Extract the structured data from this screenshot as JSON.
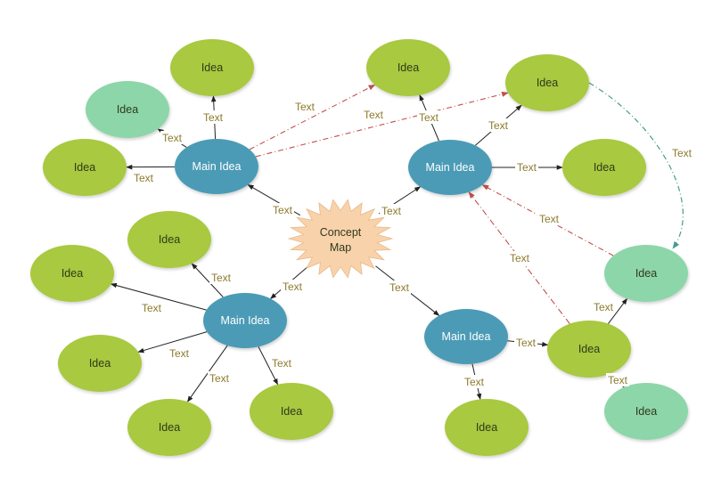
{
  "colors": {
    "idea": "#a8c940",
    "idea_alt": "#8dd6a9",
    "main": "#4b9bb6",
    "center": "#f8d2ab",
    "line": "#222222",
    "dashed_red": "#c0504d",
    "dashdot_teal": "#4a9b8e",
    "label": "#8c7a2c"
  },
  "center": {
    "id": "c",
    "label_line1": "Concept",
    "label_line2": "Map"
  },
  "main_ideas": [
    {
      "id": "m1",
      "label": "Main Idea"
    },
    {
      "id": "m2",
      "label": "Main Idea"
    },
    {
      "id": "m3",
      "label": "Main Idea"
    },
    {
      "id": "m4",
      "label": "Main Idea"
    }
  ],
  "ideas": [
    {
      "id": "i1",
      "label": "Idea",
      "variant": "idea"
    },
    {
      "id": "i2",
      "label": "Idea",
      "variant": "idea_alt"
    },
    {
      "id": "i3",
      "label": "Idea",
      "variant": "idea"
    },
    {
      "id": "i4",
      "label": "Idea",
      "variant": "idea"
    },
    {
      "id": "i5",
      "label": "Idea",
      "variant": "idea"
    },
    {
      "id": "i6",
      "label": "Idea",
      "variant": "idea"
    },
    {
      "id": "i7",
      "label": "Idea",
      "variant": "idea_alt"
    },
    {
      "id": "i8",
      "label": "Idea",
      "variant": "idea"
    },
    {
      "id": "i9",
      "label": "Idea",
      "variant": "idea"
    },
    {
      "id": "i10",
      "label": "Idea",
      "variant": "idea"
    },
    {
      "id": "i11",
      "label": "Idea",
      "variant": "idea"
    },
    {
      "id": "i12",
      "label": "Idea",
      "variant": "idea"
    },
    {
      "id": "i13",
      "label": "Idea",
      "variant": "idea"
    },
    {
      "id": "i14",
      "label": "Idea",
      "variant": "idea"
    },
    {
      "id": "i15",
      "label": "Idea",
      "variant": "idea_alt"
    }
  ],
  "edges": [
    {
      "from": "c",
      "to": "m1",
      "label": "Text",
      "style": "solid"
    },
    {
      "from": "c",
      "to": "m2",
      "label": "Text",
      "style": "solid"
    },
    {
      "from": "c",
      "to": "m3",
      "label": "Text",
      "style": "solid"
    },
    {
      "from": "c",
      "to": "m4",
      "label": "Text",
      "style": "solid"
    },
    {
      "from": "m1",
      "to": "i1",
      "label": "Text",
      "style": "solid"
    },
    {
      "from": "m1",
      "to": "i2",
      "label": "Text",
      "style": "solid"
    },
    {
      "from": "m1",
      "to": "i3",
      "label": "Text",
      "style": "solid"
    },
    {
      "from": "m1",
      "to": "i4",
      "label": "Text",
      "style": "dashed"
    },
    {
      "from": "m1",
      "to": "i5",
      "label": "Text",
      "style": "dashed"
    },
    {
      "from": "m2",
      "to": "i4",
      "label": "Text",
      "style": "solid"
    },
    {
      "from": "m2",
      "to": "i5",
      "label": "Text",
      "style": "solid"
    },
    {
      "from": "m2",
      "to": "i6",
      "label": "Text",
      "style": "solid"
    },
    {
      "from": "i5",
      "to": "i7",
      "label": "Text",
      "style": "curve"
    },
    {
      "from": "i7",
      "to": "m2",
      "label": "Text",
      "style": "dashed"
    },
    {
      "from": "i14",
      "to": "m2",
      "label": "Text",
      "style": "dashdot"
    },
    {
      "from": "m3",
      "to": "i8",
      "label": "Text",
      "style": "solid"
    },
    {
      "from": "m3",
      "to": "i9",
      "label": "Text",
      "style": "solid"
    },
    {
      "from": "m3",
      "to": "i10",
      "label": "Text",
      "style": "solid"
    },
    {
      "from": "m3",
      "to": "i11",
      "label": "Text",
      "style": "solid"
    },
    {
      "from": "m3",
      "to": "i12",
      "label": "Text",
      "style": "solid"
    },
    {
      "from": "m4",
      "to": "i13",
      "label": "Text",
      "style": "solid"
    },
    {
      "from": "m4",
      "to": "i14",
      "label": "Text",
      "style": "solid"
    },
    {
      "from": "i14",
      "to": "i7",
      "label": "Text",
      "style": "solid"
    },
    {
      "from": "i14",
      "to": "i15",
      "label": "Text",
      "style": "solid"
    }
  ]
}
